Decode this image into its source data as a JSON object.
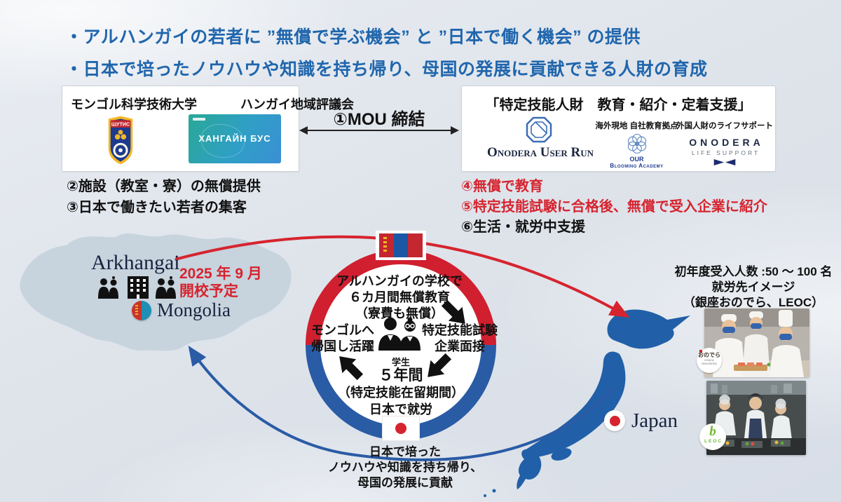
{
  "header": {
    "line1": "・アルハンガイの若者に ”無償で学ぶ機会” と ”日本で働く機会” の提供",
    "line2": "・日本で培ったノウハウや知識を持ち帰り、母国の発展に貢献できる人財の育成"
  },
  "partner_box": {
    "heading1": "モンゴル科学技術大学",
    "heading2": "ハンガイ地域評議会",
    "shutis_text": "ШУТИС",
    "khangain_text": "ХАНГАЙН БУС"
  },
  "left_points": [
    "②施設（教室・寮）の無償提供",
    "③日本で働きたい若者の集客"
  ],
  "mou": {
    "label": "①MOU 締結"
  },
  "support_box": {
    "title": "「特定技能人財　教育・紹介・定着支援」",
    "brand1": "Onodera User Run",
    "label2": "海外現地 自社教育拠点",
    "brand2_l1": "OUR",
    "brand2_l2": "Blooming Academy",
    "label3": "外国人財のライフサポート",
    "brand3_l1": "ONODERA",
    "brand3_l2": "LIFE SUPPORT"
  },
  "right_points": [
    "④無償で教育",
    "⑤特定技能試験に合格後、無償で受入企業に紹介",
    "⑥生活・就労中支援"
  ],
  "map": {
    "region_label": "Arkhangai",
    "school_note_l1": "2025 年 9 月",
    "school_note_l2": "開校予定",
    "mongolia_label": "Mongolia",
    "japan_label": "Japan"
  },
  "cycle": {
    "top": [
      "アルハンガイの学校で",
      "６カ月間無償教育",
      "（寮費も無償）"
    ],
    "right": [
      "特定技能試験",
      "企業面接"
    ],
    "bottom": [
      "５年間",
      "（特定技能在留期間）",
      "日本で就労"
    ],
    "left": [
      "モンゴルへ",
      "帰国し活躍"
    ],
    "center_label": "学生"
  },
  "employment": {
    "line1": "初年度受入人数 :50 〜 100 名",
    "line2": "就労先イメージ",
    "line3": "（銀座おのでら、LEOC）",
    "badge1_mark": "おのでら",
    "badge1_caption": "GINZA ONODERA",
    "badge2_mark": "b",
    "badge2_caption": "LEOC"
  },
  "return_note": {
    "line1": "日本で培った",
    "line2": "ノウハウや知識を持ち帰り、",
    "line3": "母国の発展に貢献"
  },
  "icons": {
    "mou_arrow": "double-headed-arrow",
    "cycle_arrow": "solid-black-arrow",
    "mongolia_flag": "red-blue-red-vertical-stripes",
    "japan_flag": "white-with-red-disc"
  },
  "colors": {
    "accent_red": "#d6242f",
    "cycle_red": "#d01f2f",
    "cycle_blue": "#2a5ba5",
    "japan_map_blue": "#2160a8",
    "mongolia_map_gray": "#c7d3dd",
    "header_blue": "#2066ad"
  }
}
